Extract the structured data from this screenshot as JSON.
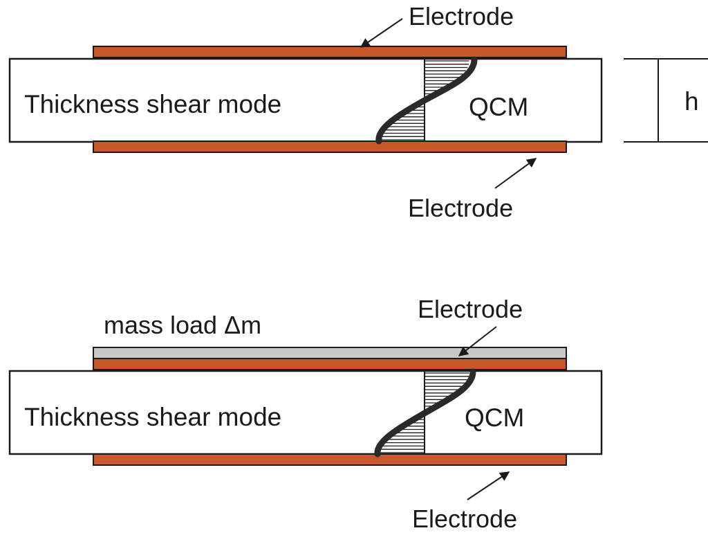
{
  "colors": {
    "electrode": "#c8582a",
    "mass_load": "#c8c8c8",
    "outline": "#1a1a1a",
    "wave": "#2a2a2a"
  },
  "top_panel": {
    "electrode_top_label": "Electrode",
    "electrode_bottom_label": "Electrode",
    "mode_label": "Thickness shear mode",
    "device_label": "QCM",
    "thickness_label": "h"
  },
  "bottom_panel": {
    "mass_label": "mass load Δm",
    "electrode_top_label": "Electrode",
    "electrode_bottom_label": "Electrode",
    "mode_label": "Thickness shear mode",
    "device_label": "QCM"
  }
}
